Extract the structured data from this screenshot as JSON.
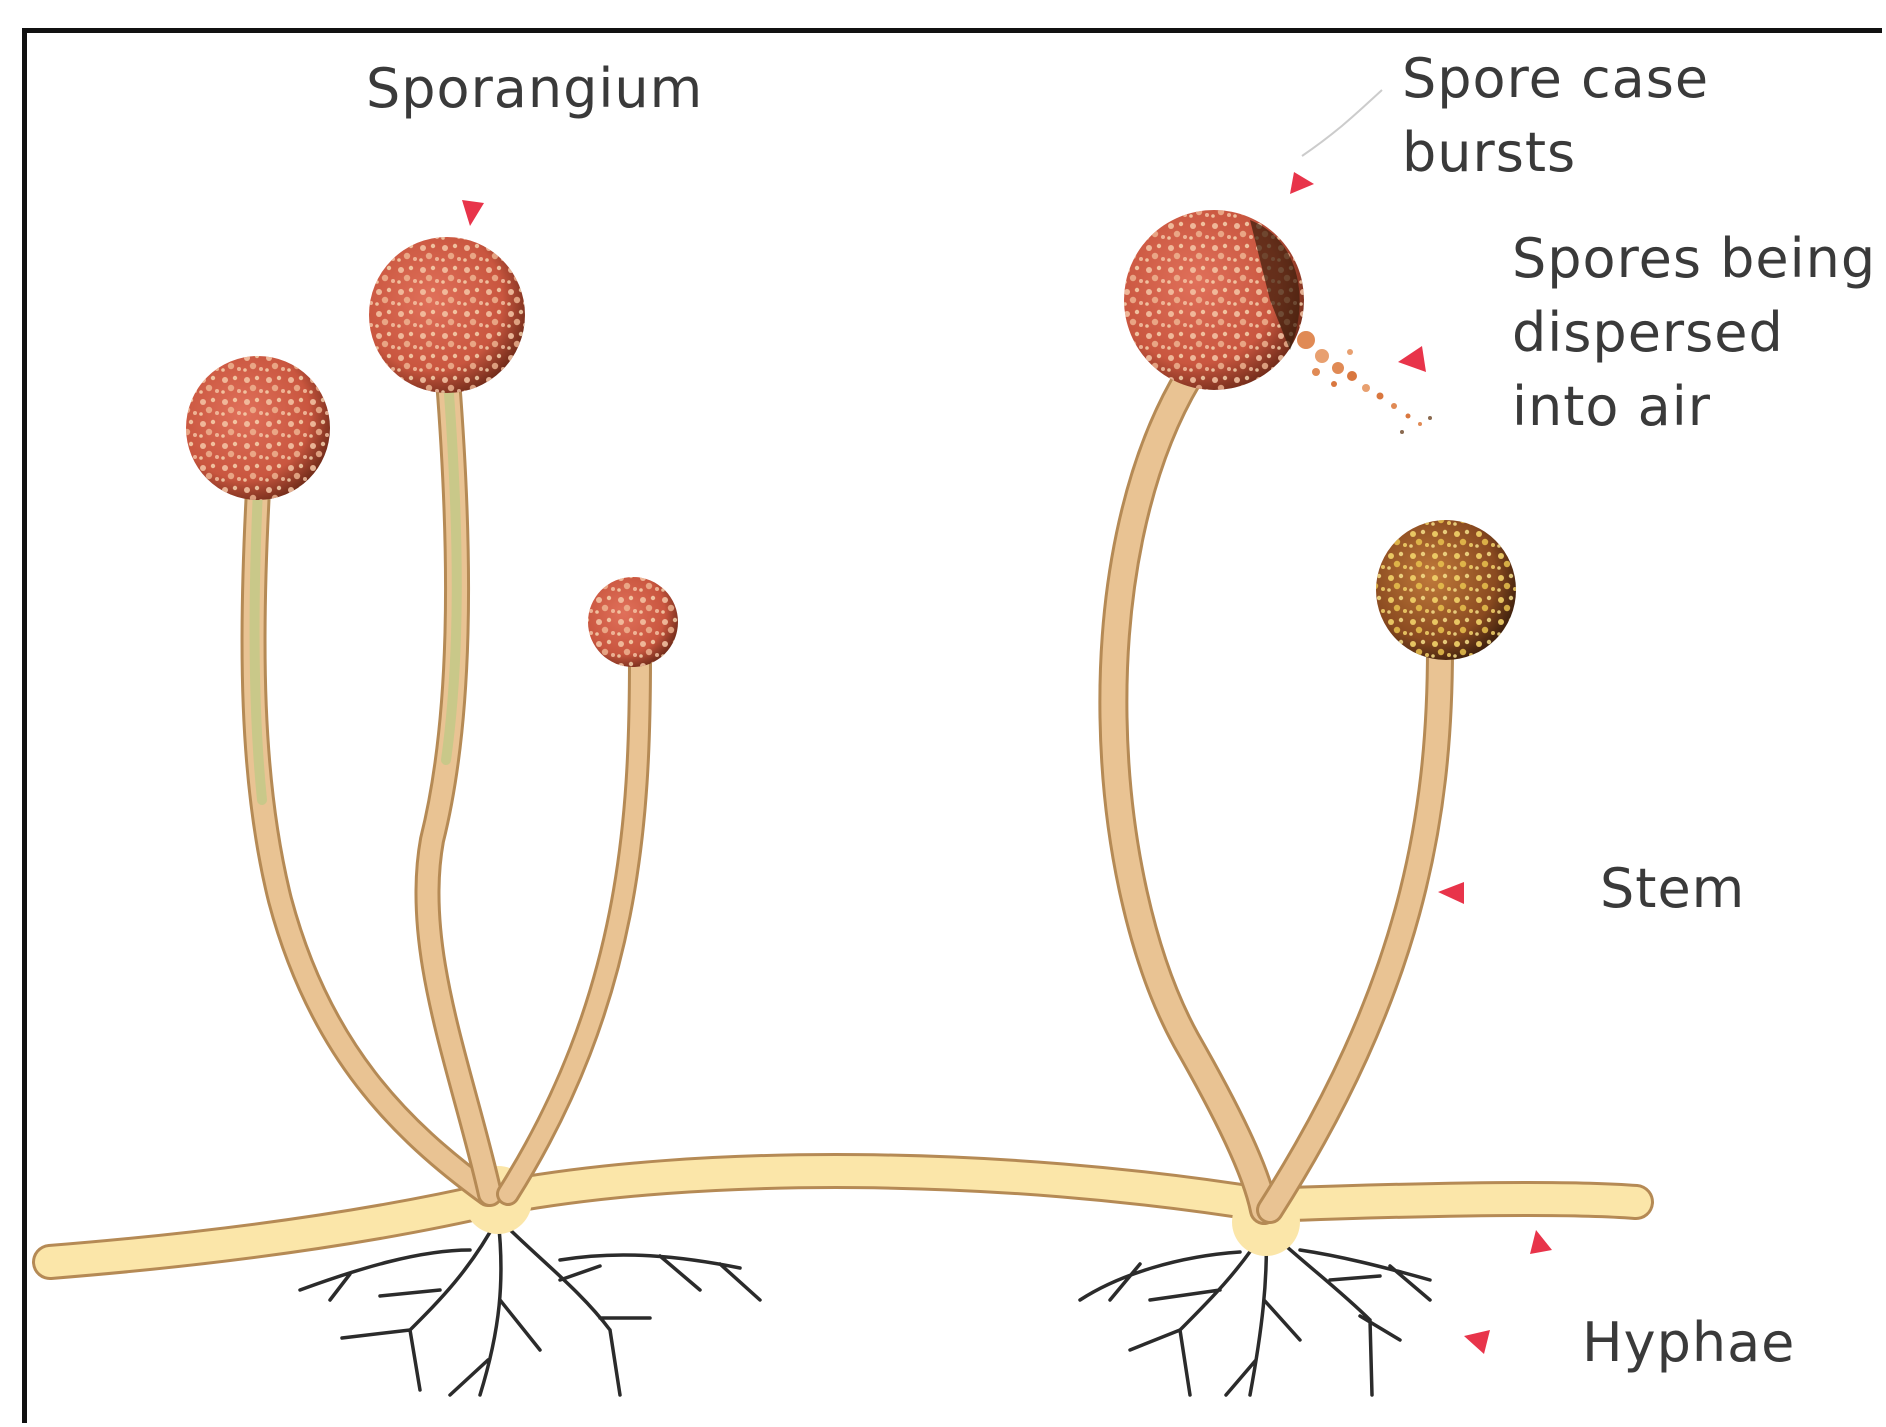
{
  "labels": {
    "sporangium": "Sporangium",
    "spore_case_bursts": [
      "Spore case",
      "bursts"
    ],
    "spores_dispersed": [
      "Spores being",
      "dispersed",
      "into air"
    ],
    "stem": "Stem",
    "hyphae": "Hyphae"
  },
  "colors": {
    "stalk": "#e9c393",
    "stalk_green": "#c9c889",
    "stalk_outline": "#b58a55",
    "hypha": "#fbe6a9",
    "sporangium": "#c9563f",
    "sporangium_dark": "#6e2a18",
    "sporangium_spots": "#f5c7a7",
    "root": "#2b2b2b",
    "arrow": "#e8344a",
    "label_text": "#3a3a3a",
    "border": "#111111"
  }
}
